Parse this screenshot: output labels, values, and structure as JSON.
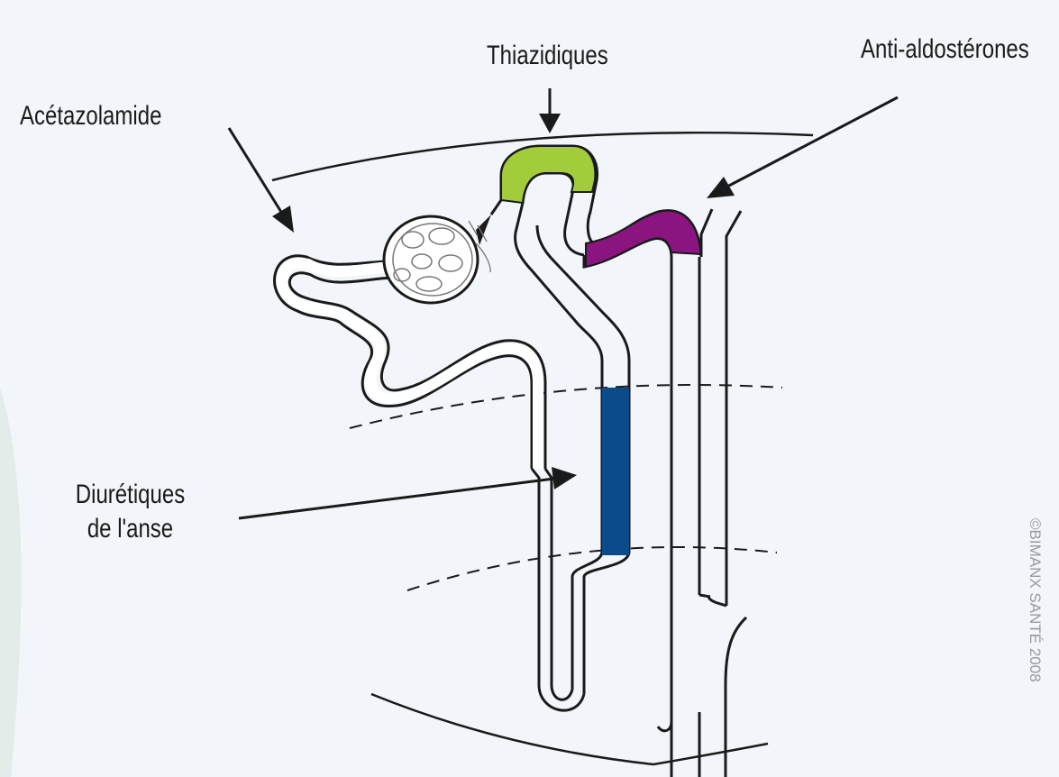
{
  "labels": {
    "thiazides": "Thiazidiques",
    "anti_aldosterone": "Anti-aldostérones",
    "acetazolamide": "Acétazolamide",
    "loop_line1": "Diurétiques",
    "loop_line2": "de l'anse"
  },
  "credit": "©BIMANX SANTÉ 2008",
  "colors": {
    "background": "#f2f5f9",
    "left_tint": "#e3ece9",
    "outline": "#1a1a1a",
    "thiazide_segment": "#a2cc3a",
    "anti_aldosterone_segment": "#8a1580",
    "loop_segment": "#0b4b8a",
    "acetazolamide_region": "#ffffff"
  }
}
